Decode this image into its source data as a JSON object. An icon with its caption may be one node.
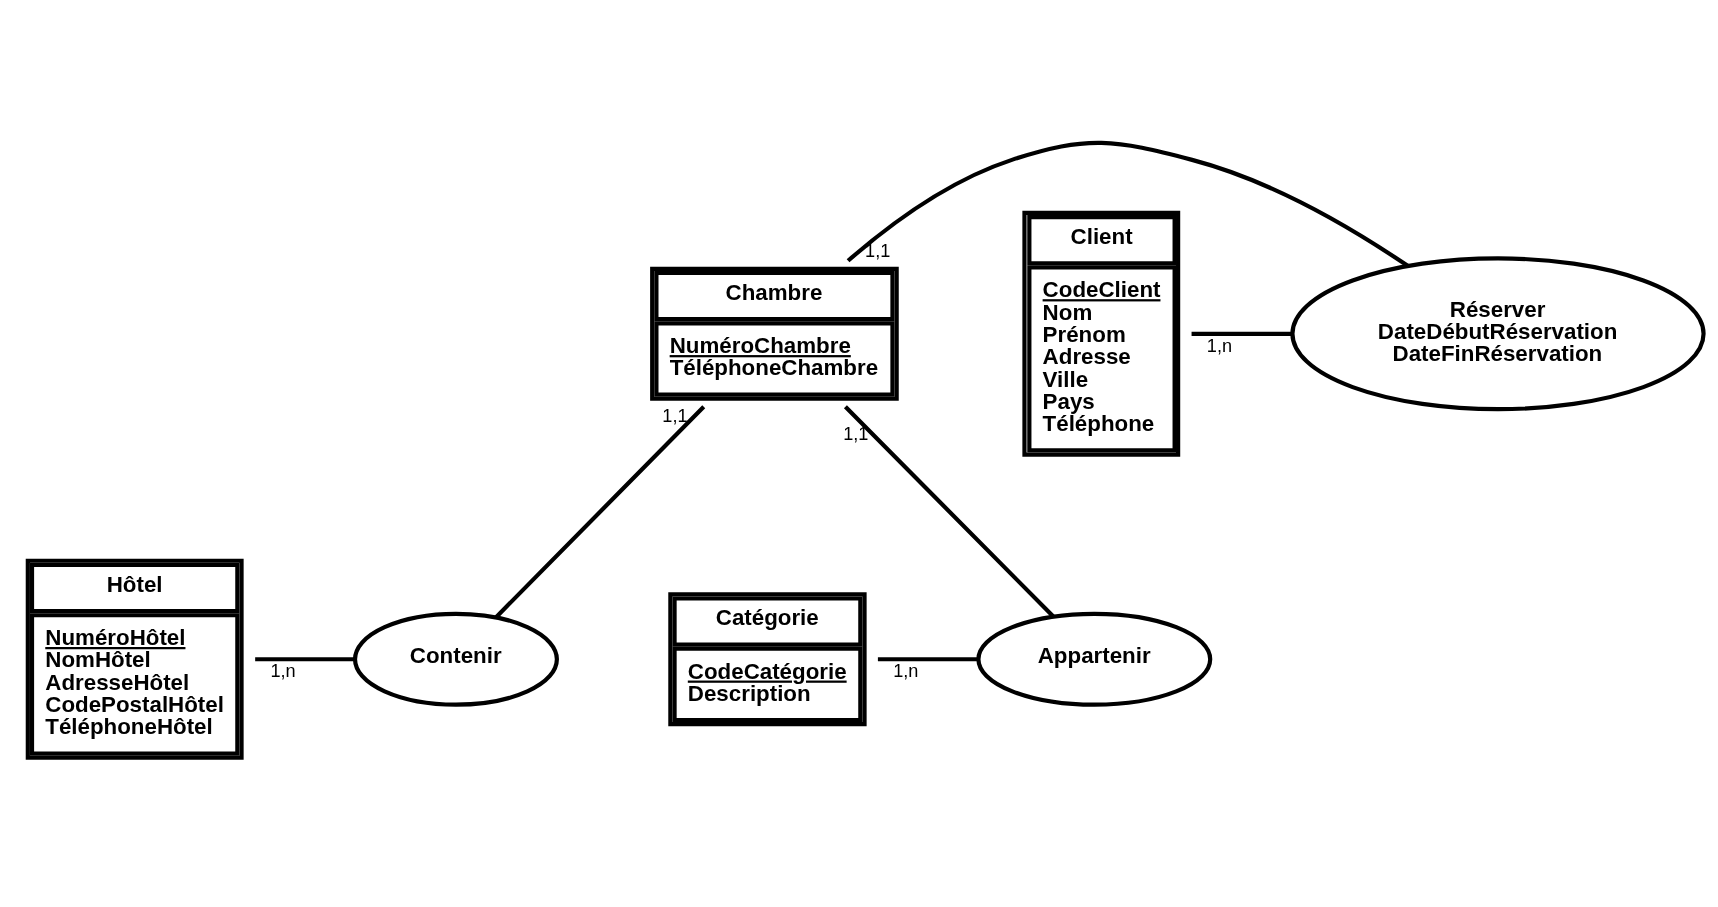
{
  "diagram": {
    "nodes": [
      {
        "text": [
          "Hôtel",
          "NuméroHôtel",
          "NomHôtel",
          "AdresseHôtel",
          "CodePostalHôtel",
          "TéléphoneHôtel"
        ]
      },
      {
        "text": [
          "Contenir"
        ]
      },
      {
        "text": [
          "Chambre",
          "NuméroChambre",
          "TéléphoneChambre"
        ]
      },
      {
        "text": [
          "Réserver",
          "DateDébutRéservation",
          "DateFinRéservation"
        ]
      },
      {
        "text": [
          "Client",
          "CodeClient",
          "Nom",
          "Prénom",
          "Adresse",
          "Ville",
          "Pays",
          "Téléphone"
        ]
      },
      {
        "text": [
          "Catégorie",
          "CodeCatégorie",
          "Description"
        ]
      },
      {
        "text": [
          "Appartenir"
        ]
      }
    ],
    "edges": [
      {
        "from": 0,
        "to": 1,
        "arrow": "none",
        "label": "1,n"
      },
      {
        "from": 2,
        "to": 1,
        "arrow": "none",
        "label": "1,1"
      },
      {
        "from": 2,
        "to": 3,
        "arrow": "none",
        "label": "1,1"
      },
      {
        "from": 4,
        "to": 3,
        "arrow": "none",
        "label": "1,n"
      },
      {
        "from": 2,
        "to": 6,
        "arrow": "none",
        "label": "1,1"
      },
      {
        "from": 5,
        "to": 6,
        "arrow": "none",
        "label": "1,n"
      }
    ]
  }
}
